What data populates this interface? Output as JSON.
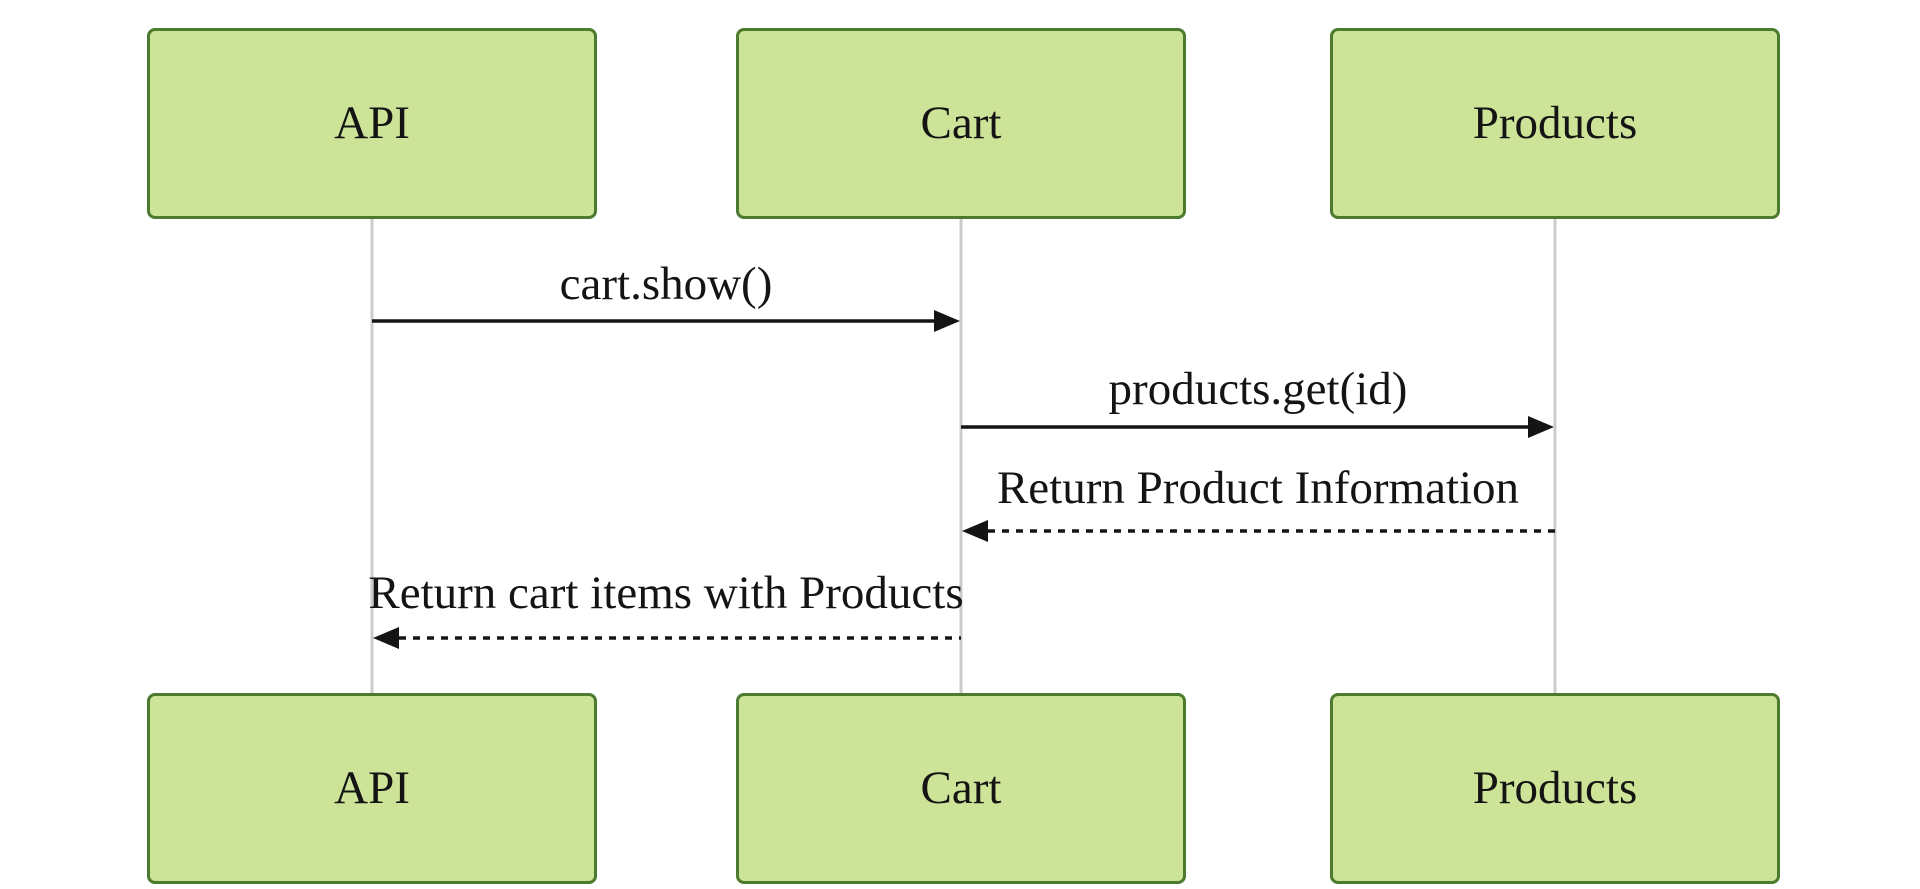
{
  "diagram": {
    "type": "sequence-diagram",
    "actors": [
      {
        "id": "api",
        "label": "API"
      },
      {
        "id": "cart",
        "label": "Cart"
      },
      {
        "id": "products",
        "label": "Products"
      }
    ],
    "messages": [
      {
        "from": "API",
        "to": "Cart",
        "label": "cart.show()",
        "line": "solid",
        "direction": "right"
      },
      {
        "from": "Cart",
        "to": "Products",
        "label": "products.get(id)",
        "line": "solid",
        "direction": "right"
      },
      {
        "from": "Products",
        "to": "Cart",
        "label": "Return Product Information",
        "line": "dashed",
        "direction": "left"
      },
      {
        "from": "Cart",
        "to": "API",
        "label": "Return cart items with Products",
        "line": "dashed",
        "direction": "left"
      }
    ],
    "colors": {
      "background": "#ffffff",
      "actor_fill": "#cde498",
      "actor_border": "#4c7a2e",
      "lifeline": "#cccccc",
      "message_line": "#141414",
      "text": "#141414"
    }
  }
}
